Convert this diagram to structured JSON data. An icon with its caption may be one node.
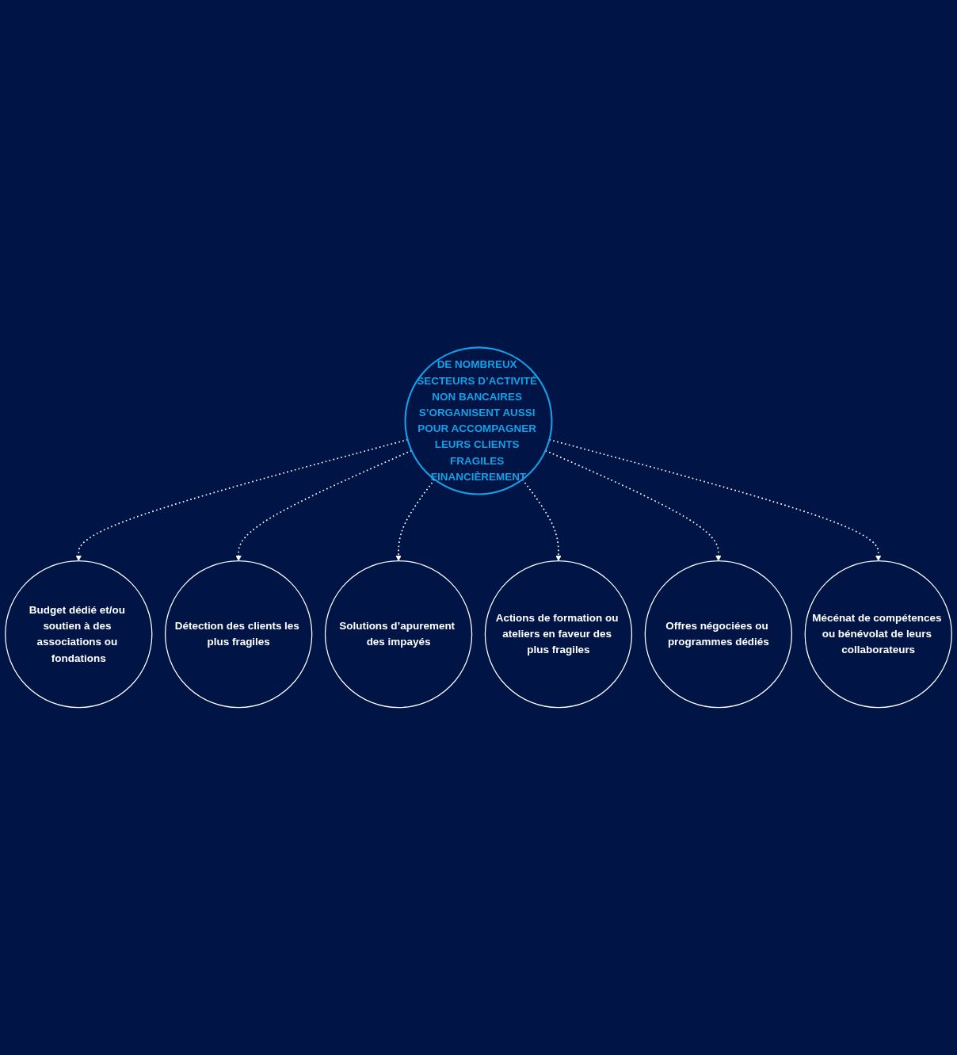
{
  "diagram": {
    "nodes": [
      {
        "text": [
          "Budget dédié et/ou soutien à des associations ou fondations"
        ]
      },
      {
        "text": [
          "Mécénat de compétences ou bénévolat de leurs collaborateurs"
        ]
      },
      {
        "text": [
          "Détection des clients les plus fragiles"
        ]
      },
      {
        "text": [
          "DE NOMBREUX SECTEURS D’ACTIVITÉ NON BANCAIRES S’ORGANISENT AUSSI POUR ACCOMPAGNER LEURS CLIENTS FRAGILES FINANCIÈREMENT"
        ]
      },
      {
        "text": [
          "Offres négociées ou programmes dédiés"
        ]
      },
      {
        "text": [
          "Solutions d’apurement des impayés"
        ]
      },
      {
        "text": [
          "Actions de formation ou ateliers en faveur des plus fragiles"
        ]
      }
    ],
    "edges": [
      {
        "from": 3,
        "to": 0,
        "arrow": "to",
        "style": "dashed"
      },
      {
        "from": 3,
        "to": 2,
        "arrow": "to",
        "style": "dashed"
      },
      {
        "from": 3,
        "to": 5,
        "arrow": "to",
        "style": "dashed"
      },
      {
        "from": 3,
        "to": 6,
        "arrow": "to",
        "style": "dashed"
      },
      {
        "from": 3,
        "to": 4,
        "arrow": "to",
        "style": "dashed"
      },
      {
        "from": 3,
        "to": 1,
        "arrow": "to",
        "style": "dashed"
      }
    ]
  }
}
